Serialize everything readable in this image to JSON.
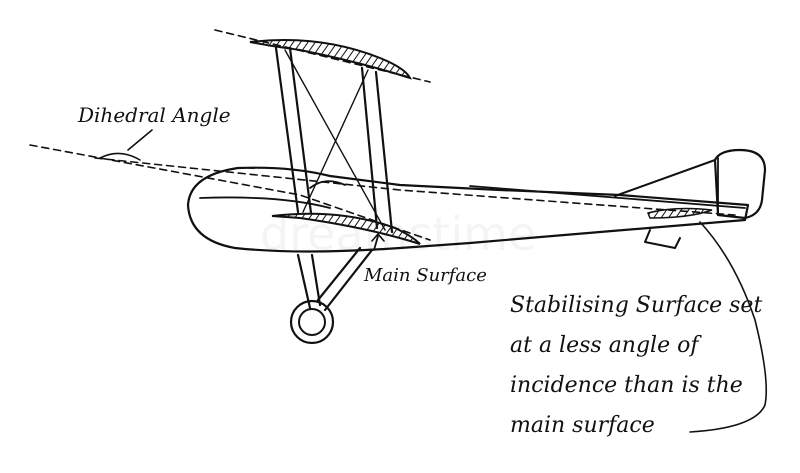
{
  "labels": {
    "dihedral_angle": "Dihedral Angle",
    "main_surface": "Main Surface",
    "stabilising_lines": [
      "Stabilising Surface set",
      "at a less angle of",
      "incidence than is the",
      "main surface"
    ]
  },
  "colors": {
    "ink": "#111111",
    "background": "#ffffff"
  }
}
